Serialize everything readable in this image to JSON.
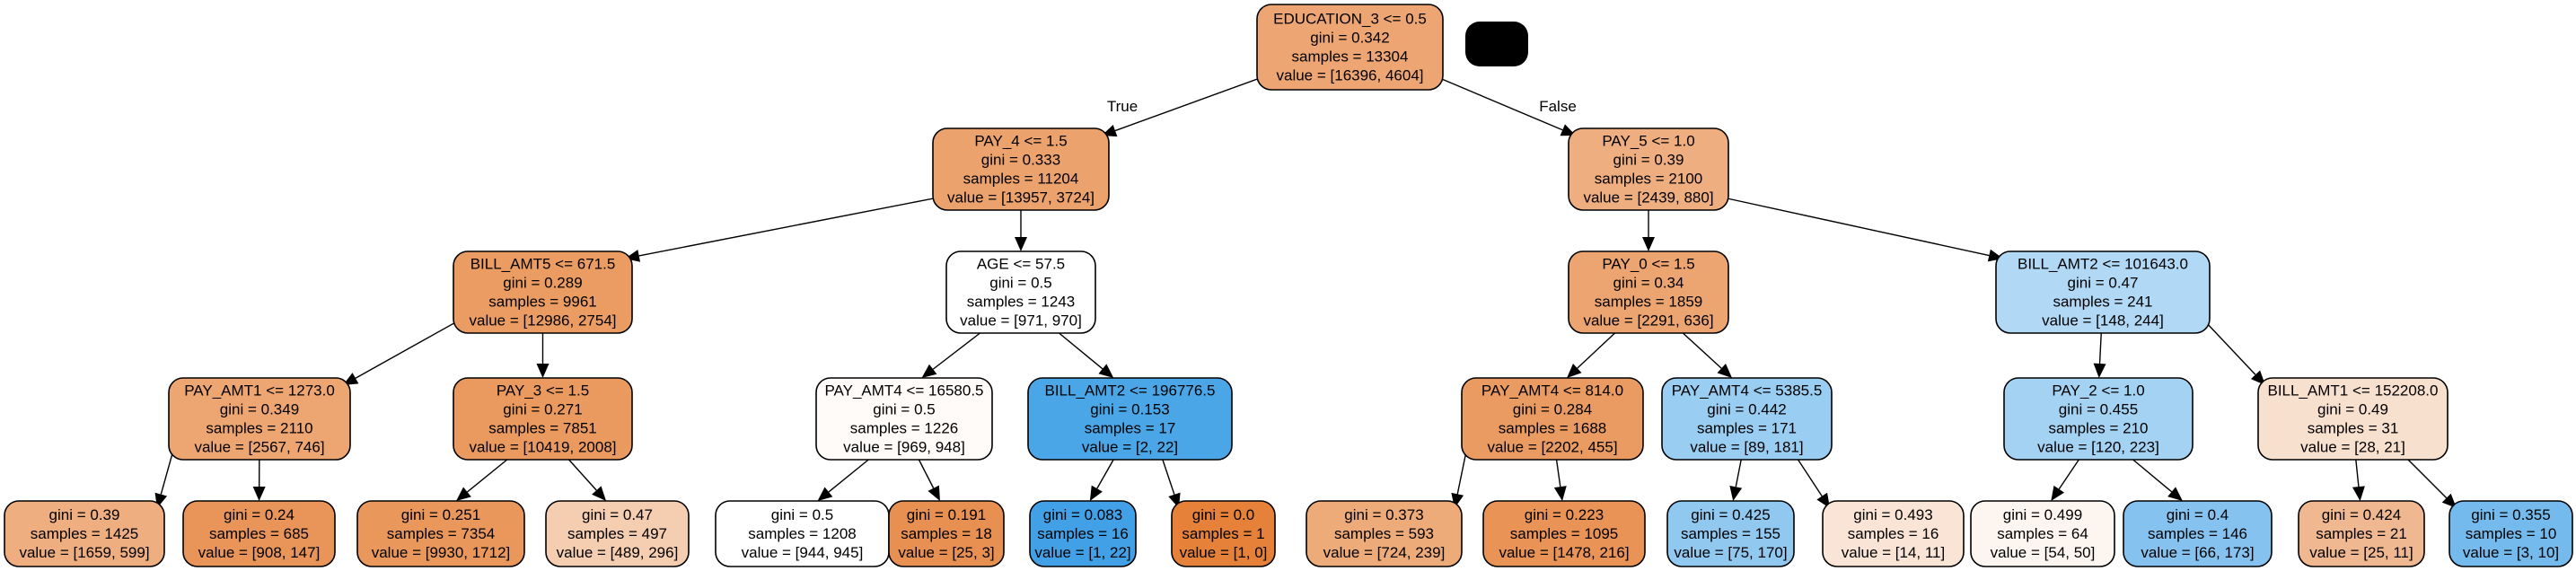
{
  "diagram": {
    "type": "decision-tree",
    "edge_labels": {
      "true": "True",
      "false": "False"
    },
    "class_colors": {
      "class_0": "#e58139",
      "class_1": "#399de5"
    },
    "redacted_box": true,
    "nodes": [
      {
        "id": "n0",
        "parent": null,
        "depth": 0,
        "lines": [
          "EDUCATION_3 <= 0.5",
          "gini = 0.342",
          "samples = 13304",
          "value = [16396, 4604]"
        ],
        "fill": "#eda673"
      },
      {
        "id": "n1",
        "parent": "n0",
        "depth": 1,
        "branch": "true",
        "lines": [
          "PAY_4 <= 1.5",
          "gini = 0.333",
          "samples = 11204",
          "value = [13957, 3724]"
        ],
        "fill": "#eca26d"
      },
      {
        "id": "n2",
        "parent": "n1",
        "depth": 2,
        "lines": [
          "BILL_AMT5 <= 671.5",
          "gini = 0.289",
          "samples = 9961",
          "value = [12986, 2754]"
        ],
        "fill": "#eb9c63"
      },
      {
        "id": "n3",
        "parent": "n2",
        "depth": 3,
        "lines": [
          "PAY_AMT1 <= 1273.0",
          "gini = 0.349",
          "samples = 2110",
          "value = [2567, 746]"
        ],
        "fill": "#eda572"
      },
      {
        "id": "n4",
        "parent": "n3",
        "depth": 4,
        "lines": [
          "gini = 0.39",
          "samples = 1425",
          "value = [1659, 599]"
        ],
        "fill": "#eeae80"
      },
      {
        "id": "n5",
        "parent": "n3",
        "depth": 4,
        "lines": [
          "gini = 0.24",
          "samples = 685",
          "value = [908, 147]"
        ],
        "fill": "#e99559"
      },
      {
        "id": "n6",
        "parent": "n2",
        "depth": 3,
        "lines": [
          "PAY_3 <= 1.5",
          "gini = 0.271",
          "samples = 7851",
          "value = [10419, 2008]"
        ],
        "fill": "#ea9a5f"
      },
      {
        "id": "n7",
        "parent": "n6",
        "depth": 4,
        "lines": [
          "gini = 0.251",
          "samples = 7354",
          "value = [9930, 1712]"
        ],
        "fill": "#e9975b"
      },
      {
        "id": "n8",
        "parent": "n6",
        "depth": 4,
        "lines": [
          "gini = 0.47",
          "samples = 497",
          "value = [489, 296]"
        ],
        "fill": "#f5cdb1"
      },
      {
        "id": "n9",
        "parent": "n1",
        "depth": 2,
        "lines": [
          "AGE <= 57.5",
          "gini = 0.5",
          "samples = 1243",
          "value = [971, 970]"
        ],
        "fill": "#ffffff"
      },
      {
        "id": "n10",
        "parent": "n9",
        "depth": 3,
        "lines": [
          "PAY_AMT4 <= 16580.5",
          "gini = 0.5",
          "samples = 1226",
          "value = [969, 948]"
        ],
        "fill": "#fefbf9"
      },
      {
        "id": "n11",
        "parent": "n10",
        "depth": 4,
        "lines": [
          "gini = 0.5",
          "samples = 1208",
          "value = [944, 945]"
        ],
        "fill": "#ffffff"
      },
      {
        "id": "n12",
        "parent": "n10",
        "depth": 4,
        "lines": [
          "gini = 0.191",
          "samples = 18",
          "value = [25, 3]"
        ],
        "fill": "#e89051"
      },
      {
        "id": "n13",
        "parent": "n9",
        "depth": 3,
        "lines": [
          "BILL_AMT2 <= 196776.5",
          "gini = 0.153",
          "samples = 17",
          "value = [2, 22]"
        ],
        "fill": "#4ba6e7"
      },
      {
        "id": "n14",
        "parent": "n13",
        "depth": 4,
        "lines": [
          "gini = 0.083",
          "samples = 16",
          "value = [1, 22]"
        ],
        "fill": "#42a1e6"
      },
      {
        "id": "n15",
        "parent": "n13",
        "depth": 4,
        "lines": [
          "gini = 0.0",
          "samples = 1",
          "value = [1, 0]"
        ],
        "fill": "#e58139"
      },
      {
        "id": "n16",
        "parent": "n0",
        "depth": 1,
        "branch": "false",
        "lines": [
          "PAY_5 <= 1.0",
          "gini = 0.39",
          "samples = 2100",
          "value = [2439, 880]"
        ],
        "fill": "#eeae80"
      },
      {
        "id": "n17",
        "parent": "n16",
        "depth": 2,
        "lines": [
          "PAY_0 <= 1.5",
          "gini = 0.34",
          "samples = 1859",
          "value = [2291, 636]"
        ],
        "fill": "#eca470"
      },
      {
        "id": "n18",
        "parent": "n17",
        "depth": 3,
        "lines": [
          "PAY_AMT4 <= 814.0",
          "gini = 0.284",
          "samples = 1688",
          "value = [2202, 455]"
        ],
        "fill": "#ea9b62"
      },
      {
        "id": "n19",
        "parent": "n18",
        "depth": 4,
        "lines": [
          "gini = 0.373",
          "samples = 593",
          "value = [724, 239]"
        ],
        "fill": "#eeab7a"
      },
      {
        "id": "n20",
        "parent": "n18",
        "depth": 4,
        "lines": [
          "gini = 0.223",
          "samples = 1095",
          "value = [1478, 216]"
        ],
        "fill": "#e99356"
      },
      {
        "id": "n21",
        "parent": "n17",
        "depth": 3,
        "lines": [
          "PAY_AMT4 <= 5385.5",
          "gini = 0.442",
          "samples = 171",
          "value = [89, 181]"
        ],
        "fill": "#9acdf2"
      },
      {
        "id": "n22",
        "parent": "n21",
        "depth": 4,
        "lines": [
          "gini = 0.425",
          "samples = 155",
          "value = [75, 170]"
        ],
        "fill": "#90c8f0"
      },
      {
        "id": "n23",
        "parent": "n21",
        "depth": 4,
        "lines": [
          "gini = 0.493",
          "samples = 16",
          "value = [14, 11]"
        ],
        "fill": "#f9e4d5"
      },
      {
        "id": "n24",
        "parent": "n16",
        "depth": 2,
        "lines": [
          "BILL_AMT2 <= 101643.0",
          "gini = 0.47",
          "samples = 241",
          "value = [148, 244]"
        ],
        "fill": "#b1d8f5"
      },
      {
        "id": "n25",
        "parent": "n24",
        "depth": 3,
        "lines": [
          "PAY_2 <= 1.0",
          "gini = 0.455",
          "samples = 210",
          "value = [120, 223]"
        ],
        "fill": "#a4d2f3"
      },
      {
        "id": "n26",
        "parent": "n25",
        "depth": 4,
        "lines": [
          "gini = 0.499",
          "samples = 64",
          "value = [54, 50]"
        ],
        "fill": "#fdf6f0"
      },
      {
        "id": "n27",
        "parent": "n25",
        "depth": 4,
        "lines": [
          "gini = 0.4",
          "samples = 146",
          "value = [66, 173]"
        ],
        "fill": "#85c2ef"
      },
      {
        "id": "n28",
        "parent": "n24",
        "depth": 3,
        "lines": [
          "BILL_AMT1 <= 152208.0",
          "gini = 0.49",
          "samples = 31",
          "value = [28, 21]"
        ],
        "fill": "#f8e0ce"
      },
      {
        "id": "n29",
        "parent": "n28",
        "depth": 4,
        "lines": [
          "gini = 0.424",
          "samples = 21",
          "value = [25, 11]"
        ],
        "fill": "#f0b890"
      },
      {
        "id": "n30",
        "parent": "n28",
        "depth": 4,
        "lines": [
          "gini = 0.355",
          "samples = 10",
          "value = [3, 10]"
        ],
        "fill": "#74baed"
      }
    ]
  }
}
